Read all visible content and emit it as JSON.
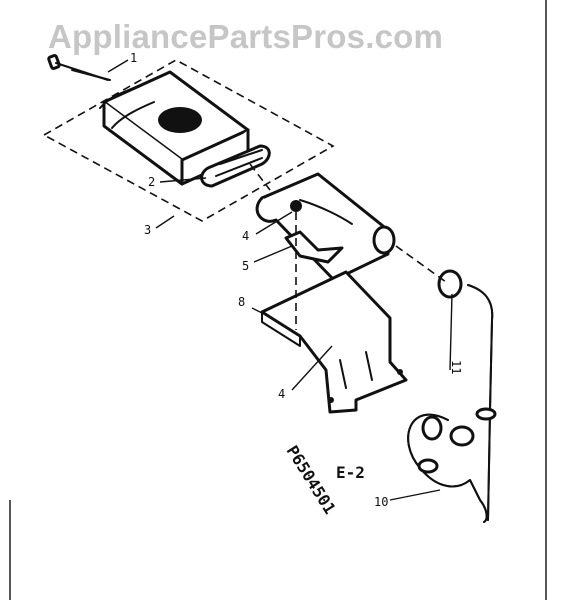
{
  "watermark": "AppliancePartsPros.com",
  "diagram_code": "E-2",
  "part_number": "P6504501",
  "callouts": [
    {
      "id": "c1",
      "text": "1"
    },
    {
      "id": "c2",
      "text": "2"
    },
    {
      "id": "c3",
      "text": "3"
    },
    {
      "id": "c4a",
      "text": "4"
    },
    {
      "id": "c5",
      "text": "5"
    },
    {
      "id": "c8",
      "text": "8"
    },
    {
      "id": "c4b",
      "text": "4"
    },
    {
      "id": "c11",
      "text": "11"
    },
    {
      "id": "c10",
      "text": "10"
    }
  ]
}
